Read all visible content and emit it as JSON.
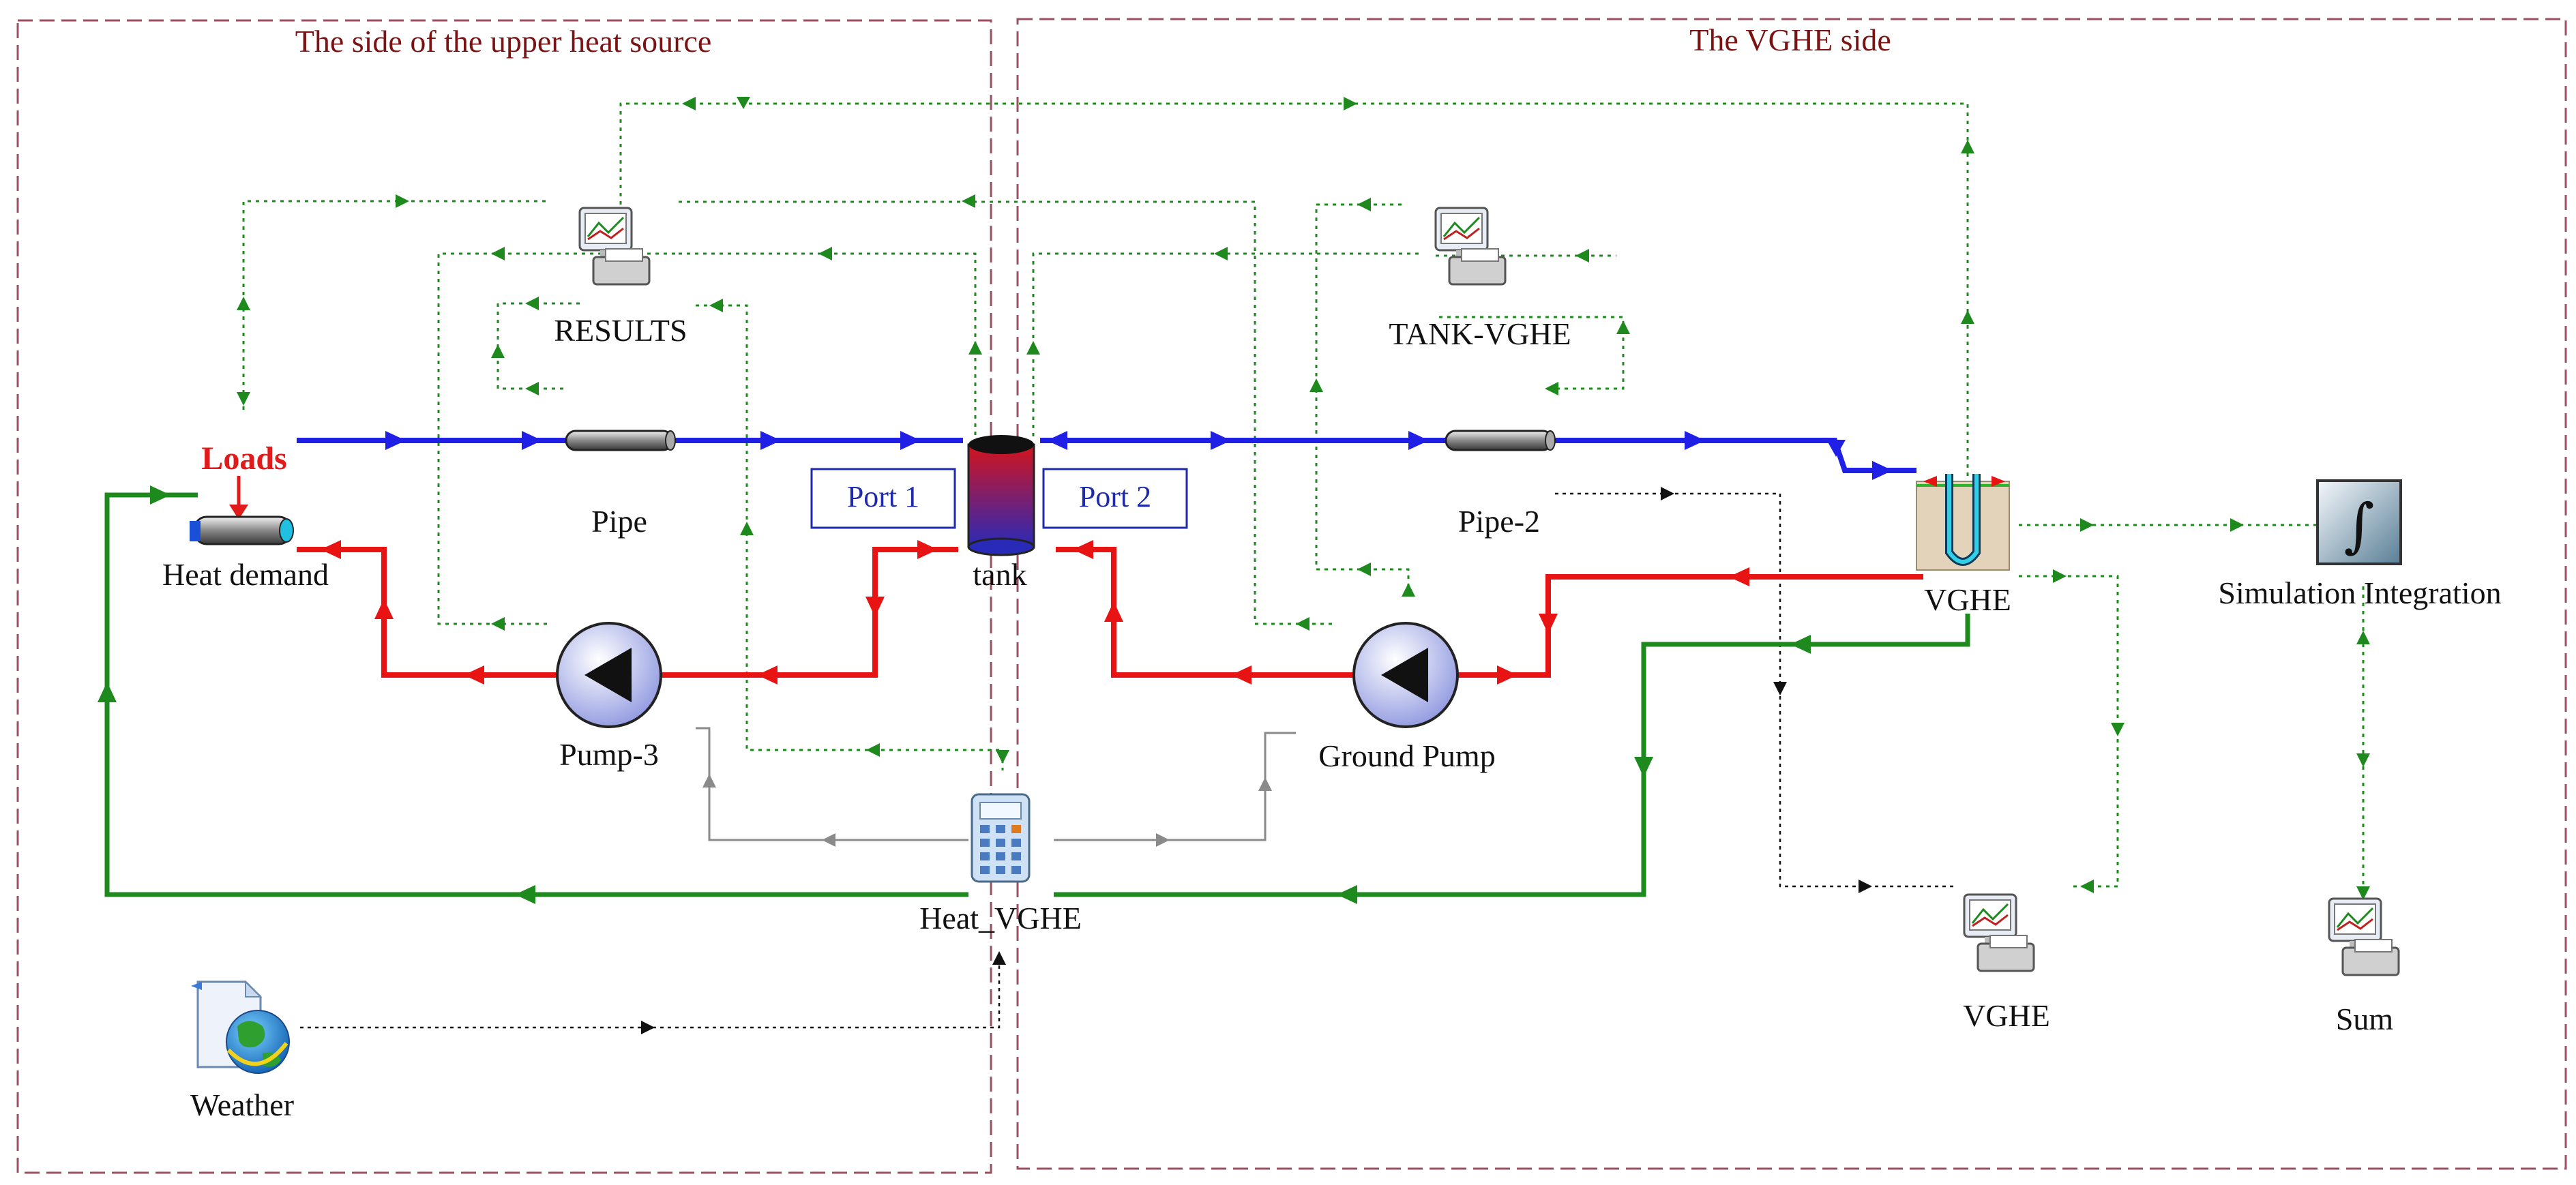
{
  "regions": {
    "upper_heat_source_title": "The side of the upper heat source",
    "vghe_side_title": "The VGHE side"
  },
  "components": {
    "results": "RESULTS",
    "tank_vghe": "TANK-VGHE",
    "loads": "Loads",
    "heat_demand": "Heat demand",
    "pipe": "Pipe",
    "port1": "Port 1",
    "port2": "Port 2",
    "tank": "tank",
    "pipe2": "Pipe-2",
    "vghe_exchanger": "VGHE",
    "simulation_integration": "Simulation Integration",
    "pump3": "Pump-3",
    "ground_pump": "Ground Pump",
    "heat_vghe": "Heat_VGHE",
    "vghe_printer": "VGHE",
    "sum": "Sum",
    "weather": "Weather"
  },
  "icons": {
    "printer": "printer-monitor-icon",
    "pump": "pump-icon",
    "tank": "storage-tank-icon",
    "pipe": "pipe-icon",
    "vghe": "ground-heat-exchanger-icon",
    "integrator": "integral-icon",
    "calculator": "calculator-icon",
    "weather": "weather-globe-icon",
    "heat_demand": "heat-demand-icon"
  },
  "colors": {
    "hot_supply": "#1f1fe6",
    "hot_return": "#e81414",
    "ground_loop": "#1e8a1e",
    "signal_green": "#1e8a1e",
    "signal_gray": "#8a8a8a",
    "signal_black": "#111111",
    "region_border": "#9a5060",
    "port_border": "#1f2aa8",
    "region_title": "#7a1414"
  }
}
